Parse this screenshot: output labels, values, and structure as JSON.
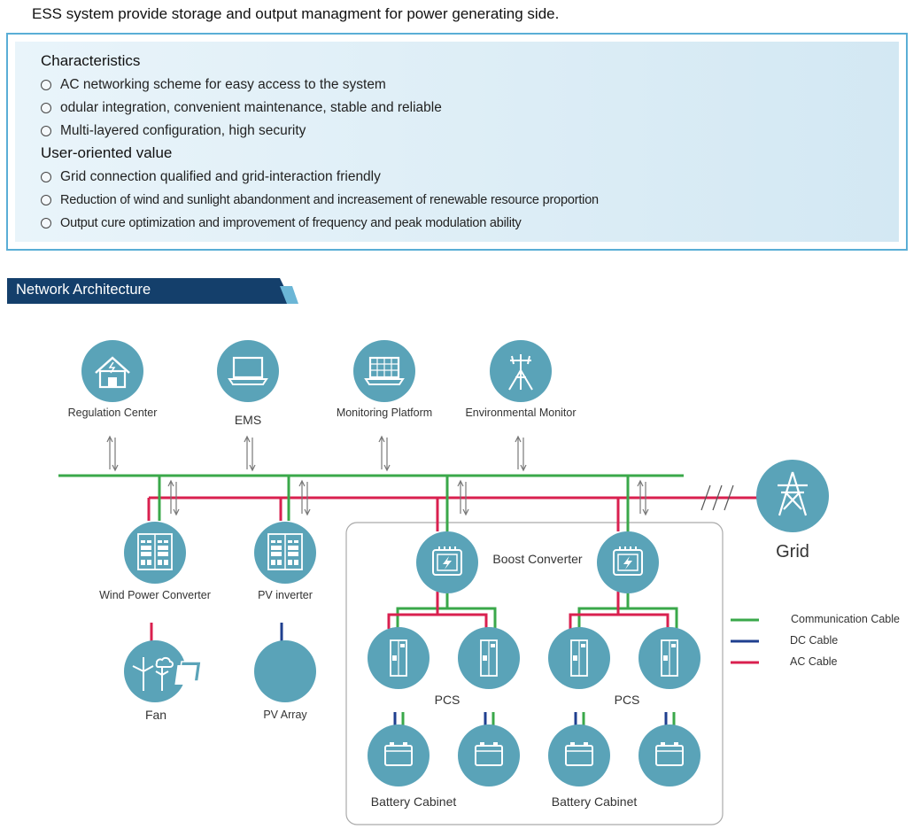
{
  "intro_text": "ESS system provide storage and output managment for power generating side.",
  "characteristics": {
    "heading": "Characteristics",
    "items": [
      "AC networking scheme for easy access to the system",
      "odular integration, convenient maintenance, stable and reliable",
      "Multi-layered configuration, high security"
    ]
  },
  "user_value": {
    "heading": "User-oriented value",
    "items": [
      "Grid connection qualified and grid-interaction friendly",
      "Reduction of wind and sunlight abandonment and increasement of renewable resource proportion",
      "Output cure optimization and improvement of frequency and peak modulation ability"
    ]
  },
  "section_title": "Network Architecture",
  "nodes": {
    "regulation_center": "Regulation Center",
    "ems": "EMS",
    "monitoring_platform": "Monitoring Platform",
    "environmental_monitor": "Environmental Monitor",
    "wind_power_converter": "Wind Power Converter",
    "pv_inverter": "PV inverter",
    "fan": "Fan",
    "pv_array": "PV Array",
    "boost_converter": "Boost Converter",
    "pcs_left": "PCS",
    "pcs_right": "PCS",
    "battery_cabinet_left": "Battery Cabinet",
    "battery_cabinet_right": "Battery Cabinet",
    "grid": "Grid"
  },
  "legend": [
    {
      "label": "Communication Cable",
      "color": "#3aa84a"
    },
    {
      "label": "DC Cable",
      "color": "#1f3f8f"
    },
    {
      "label": "AC Cable",
      "color": "#d9204f"
    }
  ],
  "colors": {
    "node_fill": "#5aa3b8",
    "box_border": "#5aaed6",
    "section_bar": "#143f6b",
    "section_accent": "#6bb6d6"
  }
}
